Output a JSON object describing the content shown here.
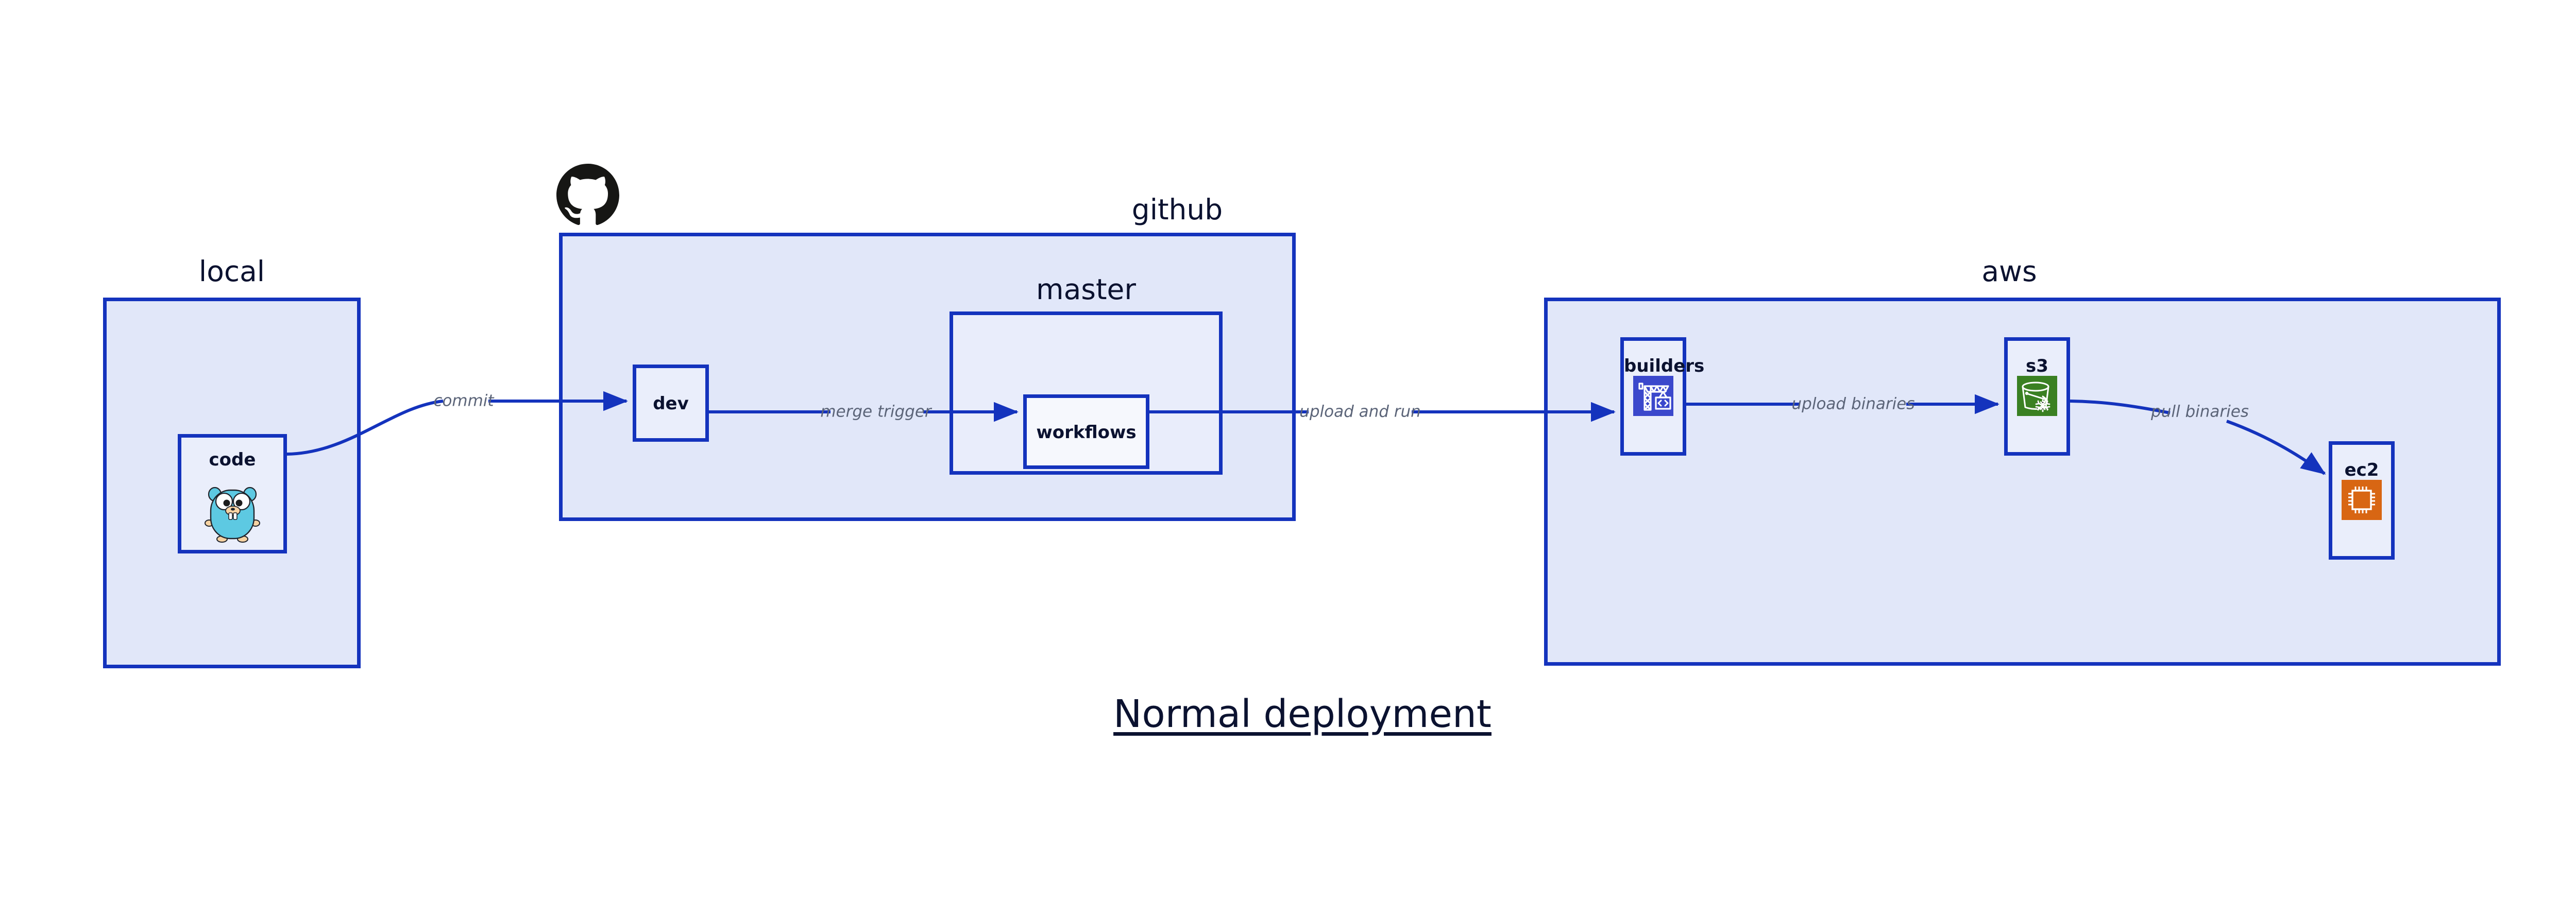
{
  "title": {
    "text": "Normal deployment"
  },
  "colors": {
    "border": "#1433bd",
    "group_fill": "#e1e7f9",
    "subgroup_fill": "#e9edfb",
    "node_fill": "#eaeefb",
    "node_fill_bright": "#f6f8fd",
    "text_dark": "#0b1230",
    "edge_label": "#5b6478",
    "codebuild_blue": "#3b48cc",
    "s3_green": "#3a8022",
    "ec2_orange": "#d86613",
    "gopher_cyan": "#5dc9e2",
    "octocat_black": "#161614",
    "page_background": "#ffffff"
  },
  "groups": [
    {
      "id": "local",
      "label": "local"
    },
    {
      "id": "github",
      "label": "github"
    },
    {
      "id": "aws",
      "label": "aws"
    }
  ],
  "subgroups": [
    {
      "id": "master",
      "label": "master",
      "parent": "github"
    }
  ],
  "nodes": [
    {
      "id": "code",
      "label": "code",
      "icon": "go-gopher-icon",
      "parent": "local"
    },
    {
      "id": "dev",
      "label": "dev",
      "icon": null,
      "parent": "github"
    },
    {
      "id": "workflows",
      "label": "workflows",
      "icon": null,
      "parent": "master"
    },
    {
      "id": "builders",
      "label": "builders",
      "icon": "aws-codebuild-icon",
      "parent": "aws"
    },
    {
      "id": "s3",
      "label": "s3",
      "icon": "aws-s3-glacier-icon",
      "parent": "aws"
    },
    {
      "id": "ec2",
      "label": "ec2",
      "icon": "aws-ec2-icon",
      "parent": "aws"
    }
  ],
  "edges": [
    {
      "id": "commit",
      "label": "commit",
      "from": "code",
      "to": "dev"
    },
    {
      "id": "merge-trigger",
      "label": "merge trigger",
      "from": "dev",
      "to": "workflows"
    },
    {
      "id": "upload-and-run",
      "label": "upload and run",
      "from": "workflows",
      "to": "builders"
    },
    {
      "id": "upload-binaries",
      "label": "upload binaries",
      "from": "builders",
      "to": "s3"
    },
    {
      "id": "pull-binaries",
      "label": "pull binaries",
      "from": "s3",
      "to": "ec2"
    }
  ],
  "logos": [
    {
      "id": "github-logo",
      "icon": "github-octocat-icon"
    }
  ]
}
